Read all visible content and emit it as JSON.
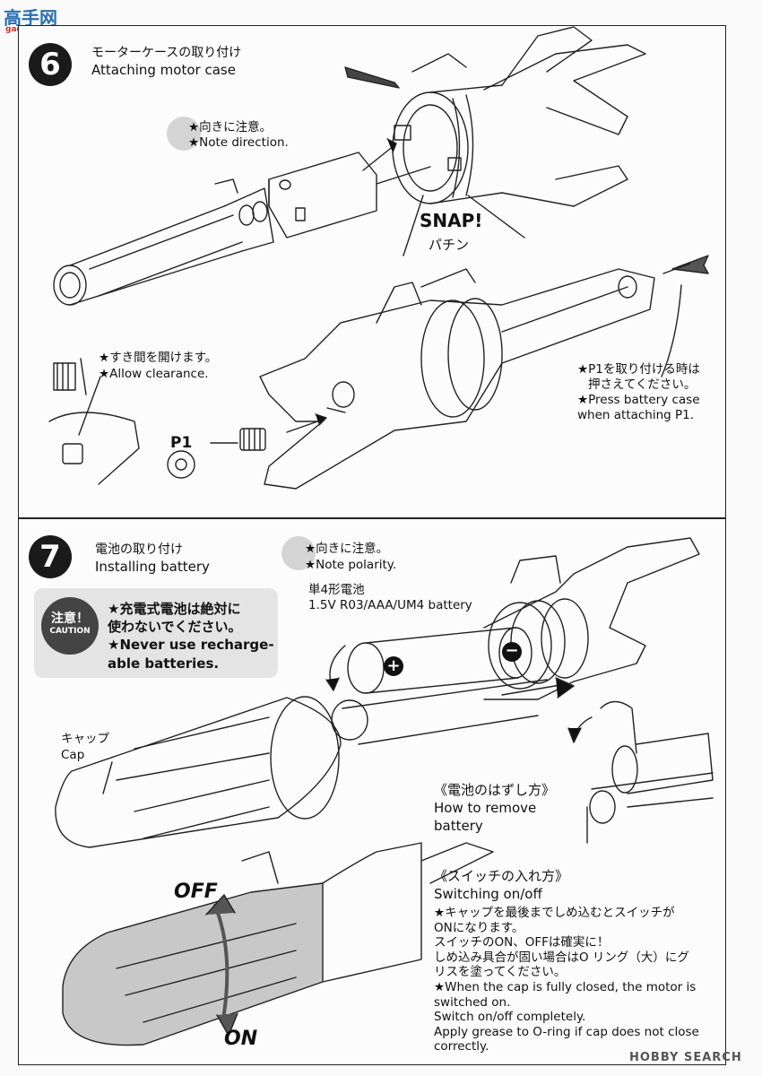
{
  "header": {
    "logo_text": "高手网",
    "logo_url": "gao-shou.com"
  },
  "step6": {
    "number": "6",
    "title_jp": "モーターケースの取り付け",
    "title_en": "Attaching motor case",
    "note_direction_jp": "★向きに注意。",
    "note_direction_en": "★Note direction.",
    "snap_en": "SNAP!",
    "snap_jp": "パチン",
    "clearance_jp": "★すき間を開けます。",
    "clearance_en": "★Allow clearance.",
    "p1_label": "P1",
    "press_jp_1": "★P1を取り付ける時は",
    "press_jp_2": "押さえてください。",
    "press_en_1": "★Press battery case",
    "press_en_2": "when attaching P1."
  },
  "step7": {
    "number": "7",
    "title_jp": "電池の取り付け",
    "title_en": "Installing battery",
    "polarity_jp": "★向きに注意。",
    "polarity_en": "★Note polarity.",
    "battery_jp": "単4形電池",
    "battery_en": "1.5V R03/AAA/UM4 battery",
    "caution_badge_jp": "注意！",
    "caution_badge_en": "CAUTION",
    "caution_jp_1": "★充電式電池は絶対に",
    "caution_jp_2": "使わないでください。",
    "caution_en_1": "★Never use recharge-",
    "caution_en_2": "able batteries.",
    "cap_jp": "キャップ",
    "cap_en": "Cap",
    "remove_jp": "《電池のはずし方》",
    "remove_en_1": "How to remove",
    "remove_en_2": "battery",
    "switch_jp": "《スイッチの入れ方》",
    "switch_en": "Switching on/off",
    "off_label": "OFF",
    "on_label": "ON",
    "switch_notes": [
      "★キャップを最後までしめ込むとスイッチが",
      "ONになります。",
      "スイッチのON、OFFは確実に！",
      "しめ込み具合が固い場合はO リング（大）にグ",
      "リスを塗ってください。",
      "★When the cap is fully closed, the motor is",
      "switched on.",
      "Switch on/off completely.",
      "Apply grease to O-ring if cap does not close",
      "correctly."
    ]
  },
  "footer": {
    "watermark": "HOBBY SEARCH"
  }
}
